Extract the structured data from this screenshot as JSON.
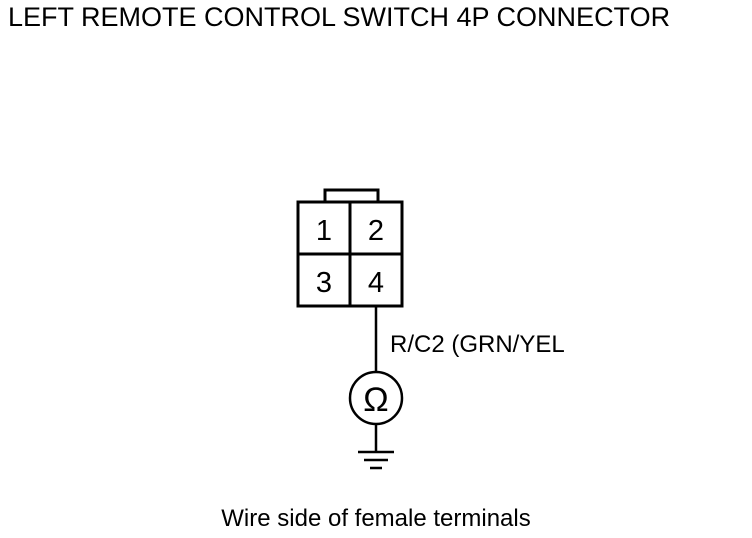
{
  "title": "LEFT REMOTE CONTROL SWITCH 4P CONNECTOR",
  "connector": {
    "pins": [
      "1",
      "2",
      "3",
      "4"
    ]
  },
  "wire_label": "R/C2 (GRN/YEL",
  "meter_symbol": "Ω",
  "caption": "Wire side of female terminals",
  "icons": {
    "meter": "ohmmeter-icon",
    "ground": "ground-icon"
  }
}
